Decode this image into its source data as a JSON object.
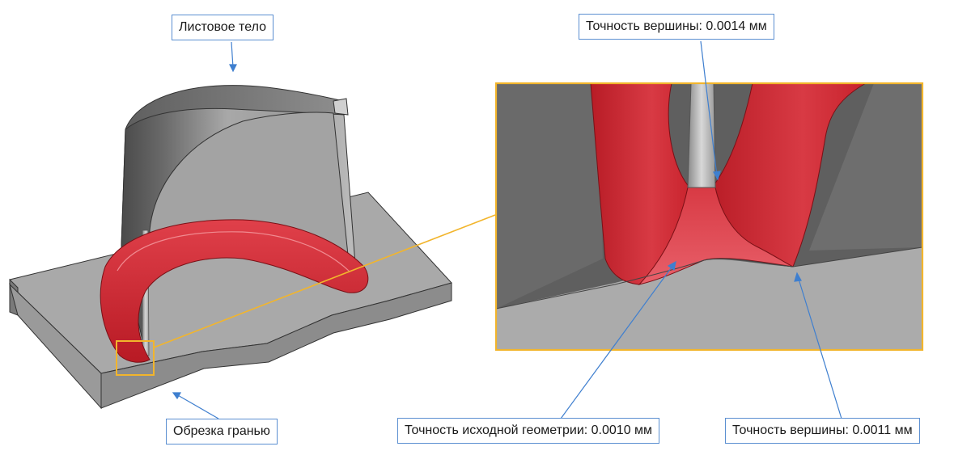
{
  "callouts": {
    "sheet_body": "Листовое тело",
    "vertex_tolerance_top": "Точность вершины: 0.0014 мм",
    "face_trim": "Обрезка гранью",
    "source_geometry_tolerance": "Точность исходной геометрии: 0.0010 мм",
    "vertex_tolerance_bottom": "Точность вершины: 0.0011 мм"
  },
  "colors": {
    "callout_border": "#5b8fd1",
    "leader_line": "#3f7fcf",
    "zoom_frame": "#f2b52c",
    "fillet_red": "#c8202a",
    "model_gray": "#9a9a9a"
  }
}
